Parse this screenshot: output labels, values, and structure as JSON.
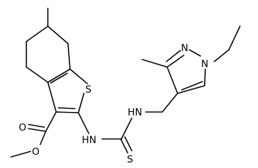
{
  "molecule": {
    "atom_labels": {
      "ring_sulfur": "S",
      "pyrazole_n2": "N",
      "pyrazole_n1": "N",
      "thiourea_nh_left": "HN",
      "thiourea_nh_right": "HN",
      "thiocarbonyl_s": "S",
      "ester_carbonyl_o": "O",
      "ester_ether_o": "O"
    },
    "colors": {
      "bond": "#000000",
      "label": "#000000",
      "background": "#ffffff"
    }
  }
}
